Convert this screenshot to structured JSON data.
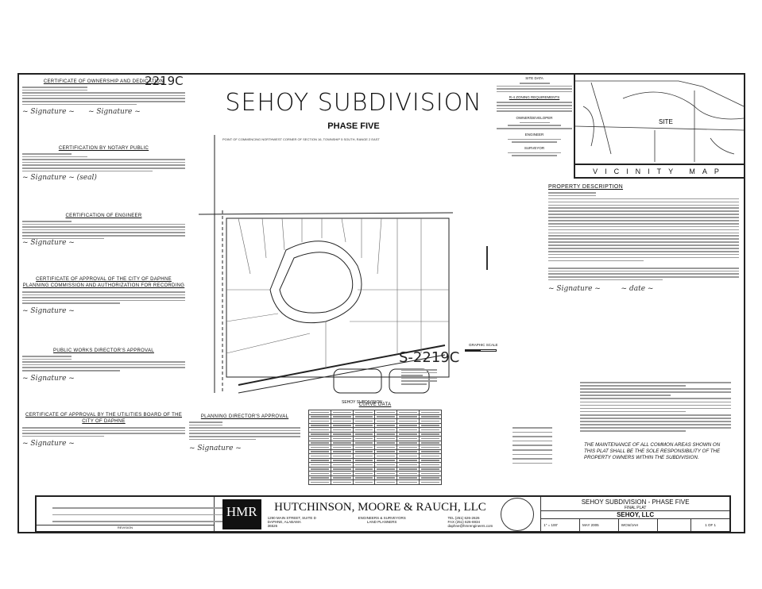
{
  "handwritten_number": "2219C",
  "filing_number": "S-2219C",
  "title": "SEHOY SUBDIVISION",
  "subtitle": "PHASE FIVE",
  "certificates": [
    {
      "heading": "CERTIFICATE OF OWNERSHIP AND DEDICATION"
    },
    {
      "heading": "CERTIFICATION BY NOTARY PUBLIC"
    },
    {
      "heading": "CERTIFICATION OF ENGINEER"
    },
    {
      "heading": "CERTIFICATE OF APPROVAL OF THE CITY OF DAPHNE PLANNING COMMISSION AND AUTHORIZATION FOR RECORDING"
    },
    {
      "heading": "PUBLIC WORKS DIRECTOR'S APPROVAL"
    },
    {
      "heading": "CERTIFICATE OF APPROVAL BY THE UTILITIES BOARD OF THE CITY OF DAPHNE"
    }
  ],
  "site_data": {
    "heading": "SITE DATA",
    "zoning_heading": "R-4 ZONING REQUIREMENTS",
    "owner_heading": "OWNER/DEVELOPER",
    "engineer_heading": "ENGINEER",
    "surveyor_heading": "SURVEYOR"
  },
  "vicinity_map": {
    "label": "VICINITY MAP",
    "site_label": "SITE"
  },
  "property_description": {
    "heading": "PROPERTY DESCRIPTION"
  },
  "planning_director": {
    "heading": "PLANNING DIRECTOR'S APPROVAL"
  },
  "curve_data": {
    "heading": "CURVE DATA",
    "rows": 17
  },
  "maintenance_note": "THE MAINTENANCE OF ALL COMMON AREAS SHOWN ON THIS PLAT SHALL BE THE SOLE RESPONSIBILITY OF THE PROPERTY OWNERS WITHIN THE SUBDIVISION.",
  "plat": {
    "commencing_label": "POINT OF COMMENCING NORTHWEST CORNER OF SECTION 16, TOWNSHIP 5 SOUTH, RANGE 2 EAST",
    "adjacent_label": "SEHOY SUBDIVISION",
    "scale_label": "GRAPHIC SCALE"
  },
  "title_block": {
    "firm_logo": "HMR",
    "firm_name": "HUTCHINSON, MOORE & RAUCH, LLC",
    "address": [
      "1290 MAIN STREET, SUITE D",
      "DAPHNE, ALABAMA",
      "36526"
    ],
    "services": [
      "ENGINEERS & SURVEYORS",
      "LAND PLANNERS"
    ],
    "tel": "TEL (251) 626-2626",
    "fax": "FAX (251) 626-6934",
    "email": "daphne@hmrengineers.com",
    "project_title": "SEHOY SUBDIVISION - PHASE FIVE",
    "plat_type": "FINAL PLAT",
    "client": "SEHOY, LLC",
    "scale": "1\" = 100'",
    "date": "MAY 2005",
    "drawn_by": "WCW/JAH",
    "sheet": "1 OF 1",
    "revision_header": "REVISION"
  }
}
